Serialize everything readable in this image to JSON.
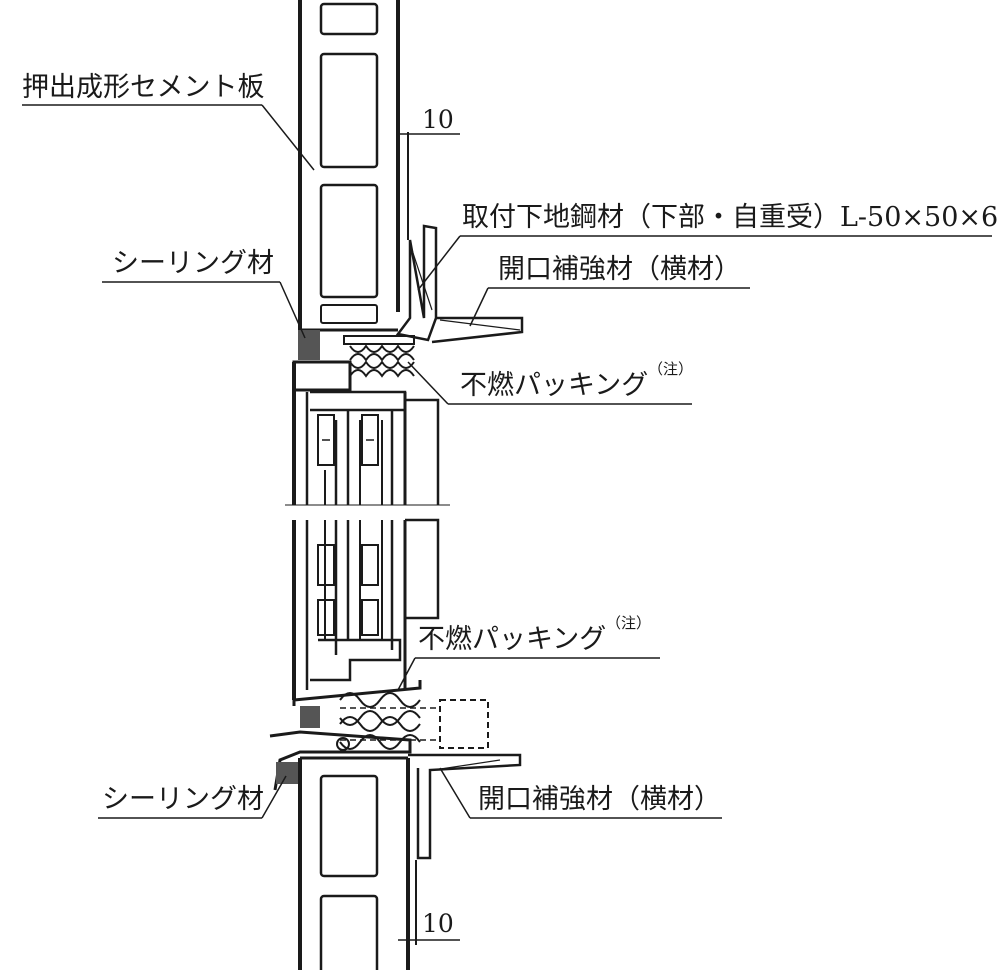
{
  "labels": {
    "panel": "押出成形セメント板",
    "angle": "取付下地鋼材（下部・自重受）L-50×50×6",
    "reinforce_top": "開口補強材（横材）",
    "sealing_top": "シーリング材",
    "packing_top": "不燃パッキング",
    "packing_top_note": "（注）",
    "packing_bottom": "不燃パッキング",
    "packing_bottom_note": "（注）",
    "sealing_bottom": "シーリング材",
    "reinforce_bottom": "開口補強材（横材）"
  },
  "dimensions": {
    "top": "10",
    "bottom": "10"
  },
  "colors": {
    "line": "#1a1a1a",
    "sealant": "#555555",
    "background": "#ffffff"
  }
}
